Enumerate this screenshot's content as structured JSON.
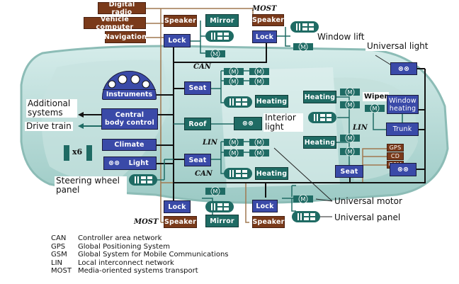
{
  "colors": {
    "most_brown": "#7a3a1a",
    "ecu_blue": "#3a4aa8",
    "device_teal": "#1f6b64",
    "car_body": "#b9dcd8",
    "can_line": "#111111",
    "most_line": "#a07850"
  },
  "buses": {
    "can_top": "CAN",
    "can_bottom": "CAN",
    "lin_left": "LIN",
    "lin_right": "LIN",
    "most_top": "MOST",
    "most_bottom": "MOST"
  },
  "most_devices": [
    "Digital radio",
    "Vehicle computer",
    "Navigation"
  ],
  "front_left_door": {
    "speaker": "Speaker",
    "lock": "Lock",
    "mirror": "Mirror"
  },
  "front_right_door": {
    "speaker": "Speaker",
    "lock": "Lock"
  },
  "rear_left_door": {
    "lock": "Lock",
    "speaker": "Speaker",
    "mirror": "Mirror"
  },
  "rear_right_door": {
    "lock": "Lock",
    "speaker": "Speaker"
  },
  "dashboard": {
    "instruments": "Instruments",
    "central_body_control": "Central body control",
    "climate": "Climate",
    "light": "Light",
    "x6": "x6"
  },
  "seats": {
    "front_seat": "Seat",
    "front_heating": "Heating",
    "rear_seat": "Seat",
    "rear_heating": "Heating",
    "roof": "Roof",
    "back_seat": "Seat",
    "back_heating_1": "Heating",
    "back_heating_2": "Heating"
  },
  "rear": {
    "wiper": "Wiper",
    "window_heating": "Window heating",
    "trunk": "Trunk",
    "gps": "GPS",
    "cd": "CD",
    "gsm": "GSM"
  },
  "callouts": {
    "window_lift": "Window lift",
    "universal_light": "Universal light",
    "additional_systems": "Additional systems",
    "drive_train": "Drive train",
    "interior_light": "Interior light",
    "steering_wheel_panel": "Steering wheel panel",
    "universal_motor": "Universal motor",
    "universal_panel": "Universal panel"
  },
  "legend": [
    {
      "abbr": "CAN",
      "desc": "Controller area network"
    },
    {
      "abbr": "GPS",
      "desc": "Global Positioning System"
    },
    {
      "abbr": "GSM",
      "desc": "Global System for Mobile Communications"
    },
    {
      "abbr": "LIN",
      "desc": "Local interconnect network"
    },
    {
      "abbr": "MOST",
      "desc": "Media-oriented systems transport"
    }
  ]
}
